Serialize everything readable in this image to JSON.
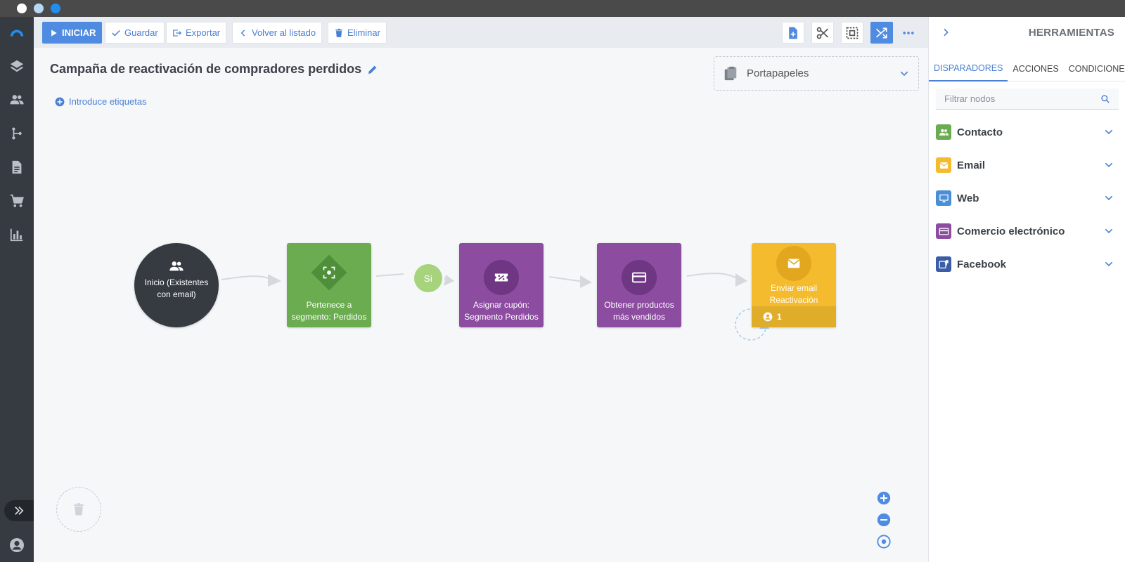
{
  "toolbar": {
    "start_label": "INICIAR",
    "save_label": "Guardar",
    "export_label": "Exportar",
    "back_label": "Volver al listado",
    "delete_label": "Eliminar"
  },
  "canvas": {
    "title": "Campaña de reactivación de compradores perdidos",
    "tags_label": "Introduce etiquetas",
    "clipboard_label": "Portapapeles"
  },
  "flow": {
    "start_label": "Inicio (Existentes con email)",
    "nodes": [
      {
        "label": "Pertenece a segmento: Perdidos",
        "color": "#6aac4f"
      },
      {
        "label": "Asignar cupón: Segmento Perdidos",
        "color": "#8c4ca0"
      },
      {
        "label": "Obtener productos más vendidos",
        "color": "#8c4ca0"
      },
      {
        "label": "Enviar email Reactivación",
        "color": "#f5bb2e"
      }
    ],
    "yes_label": "Sí",
    "email_count": "1"
  },
  "panel": {
    "title": "HERRAMIENTAS",
    "tabs": [
      "DISPARADORES",
      "ACCIONES",
      "CONDICIONES"
    ],
    "filter_placeholder": "Filtrar nodos",
    "categories": [
      {
        "label": "Contacto",
        "color": "#6aac4f"
      },
      {
        "label": "Email",
        "color": "#f5bb2e"
      },
      {
        "label": "Web",
        "color": "#4a8fd6"
      },
      {
        "label": "Comercio electrónico",
        "color": "#8c4ca0"
      },
      {
        "label": "Facebook",
        "color": "#3b5da8"
      }
    ]
  },
  "colors": {
    "accent": "#4f8be0",
    "sidebar": "#363b42"
  }
}
